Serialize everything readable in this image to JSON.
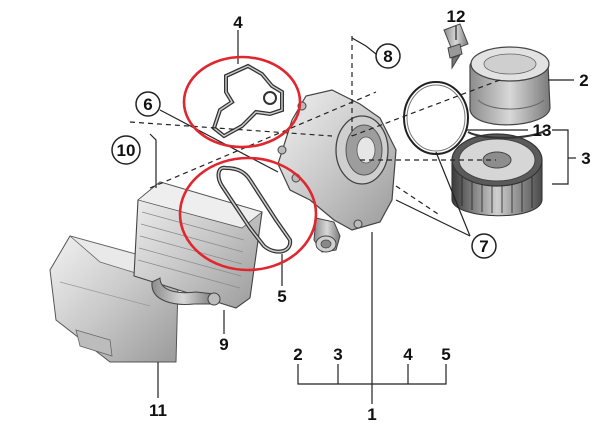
{
  "labels": {
    "n1": "1",
    "n2": "2",
    "n3": "3",
    "n4": "4",
    "n5": "5",
    "n6": "6",
    "n7": "7",
    "n8": "8",
    "n9": "9",
    "n10": "10",
    "n11": "11",
    "n12": "12",
    "n13": "13"
  },
  "assembly_group": [
    "2",
    "3",
    "4",
    "5"
  ],
  "highlight_color": "#e0262e"
}
